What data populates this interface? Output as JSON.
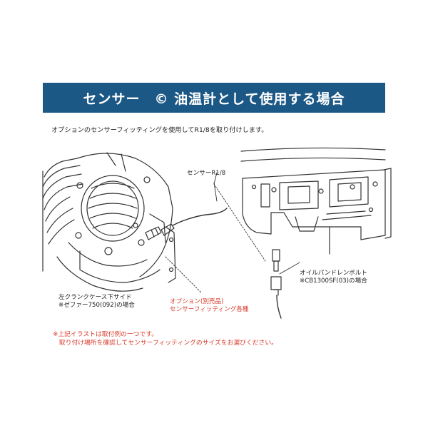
{
  "banner": {
    "title": "センサー　© 油温計として使用する場合"
  },
  "intro": "オプションのセンサーフィッティングを使用してR1/8を取り付けします。",
  "labels": {
    "sensor": "センサーR1/8",
    "left_case_line1": "左クランクケース下サイド",
    "left_case_line2": "※ゼファー750(092)の場合",
    "option_line1": "オプション(別売品)",
    "option_line2": "センサーフィッティング各種",
    "oil_pan_line1": "オイルパンドレンボルト",
    "oil_pan_line2": "※CB1300SF(03)の場合"
  },
  "note": {
    "line1": "※上記イラストは取付例の一つです。",
    "line2": "　取り付け場所を確認してセンサーフィッティングのサイズをお選びください。"
  },
  "colors": {
    "banner": "#1c5886",
    "note": "#d93a2b"
  }
}
